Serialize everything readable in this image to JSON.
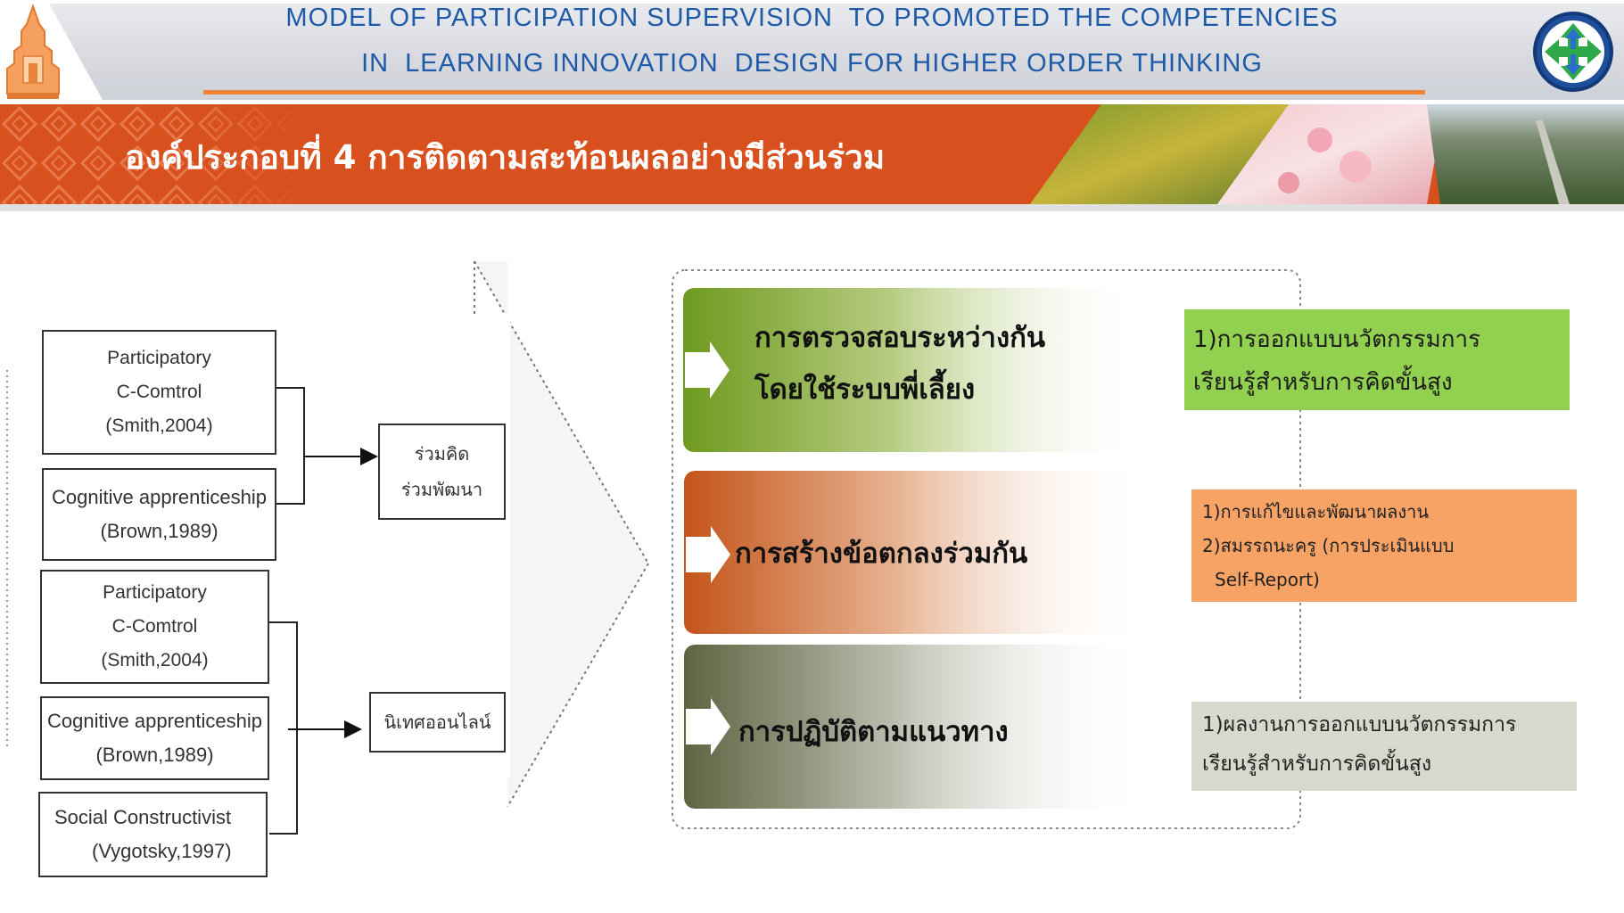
{
  "header": {
    "title_line1": "MODEL OF PARTICIPATION SUPERVISION  TO PROMOTED THE COMPETENCIES",
    "title_line2": "IN  LEARNING INNOVATION  DESIGN FOR HIGHER ORDER THINKING"
  },
  "banner": {
    "title": "องค์ประกอบที่ 4 การติดตามสะท้อนผลอย่างมีส่วนร่วม"
  },
  "left_boxes": [
    {
      "lines": [
        "Participatory",
        "C-Comtrol",
        "(Smith,2004)"
      ]
    },
    {
      "lines": [
        "Cognitive apprenticeship",
        "(Brown,1989)"
      ]
    },
    {
      "lines": [
        "Participatory",
        "C-Comtrol",
        "(Smith,2004)"
      ]
    },
    {
      "lines": [
        "Cognitive apprenticeship",
        "(Brown,1989)"
      ]
    },
    {
      "lines": [
        "Social Constructivist",
        "(Vygotsky,1997)"
      ]
    }
  ],
  "mid_boxes": [
    {
      "lines": [
        "ร่วมคิด",
        "ร่วมพัฒนา"
      ]
    },
    {
      "lines": [
        "นิเทศออนไลน์"
      ]
    }
  ],
  "process_steps": [
    {
      "lines": [
        "การตรวจสอบระหว่างกัน",
        "โดยใช้ระบบพี่เลี้ยง"
      ]
    },
    {
      "lines": [
        "การสร้างข้อตกลงร่วมกัน"
      ]
    },
    {
      "lines": [
        "การปฏิบัติตามแนวทาง"
      ]
    }
  ],
  "outcomes": [
    {
      "lines": [
        "1)การออกแบบนวัตกรรมการ",
        "เรียนรู้สำหรับการคิดขั้นสูง"
      ]
    },
    {
      "lines": [
        "1)การแก้ไขและพัฒนาผลงาน",
        "2)สมรรถนะครู (การประเมินแบบ",
        "Self-Report)"
      ]
    },
    {
      "lines": [
        "1)ผลงานการออกแบบนวัตกรรมการ",
        "เรียนรู้สำหรับการคิดขั้นสูง"
      ]
    }
  ],
  "colors": {
    "title_blue": "#1e5aa8",
    "banner_orange": "#d9501f",
    "step1_green": "#6e9a1e",
    "step2_orange": "#c4541a",
    "step3_olive": "#5e6442",
    "outcome1": "#92d050",
    "outcome2": "#f8a366",
    "outcome3": "#d8d8cc"
  }
}
